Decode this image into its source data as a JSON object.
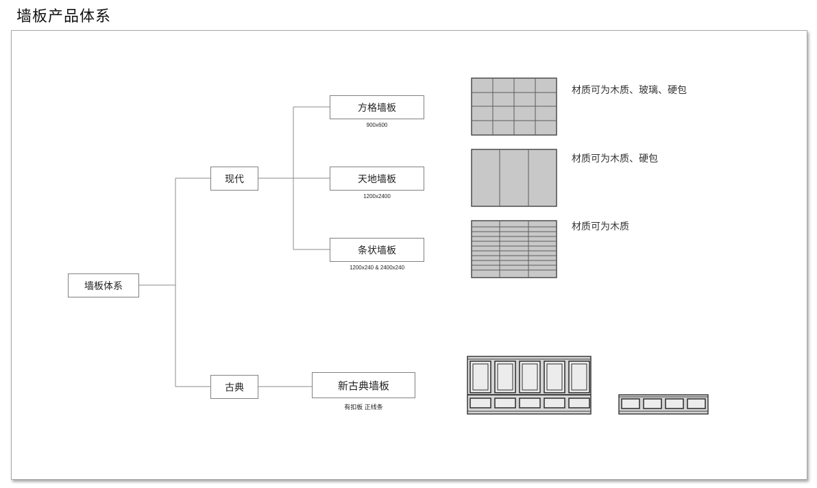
{
  "page": {
    "title": "墙板产品体系"
  },
  "diagram": {
    "root": "墙板体系",
    "branches": {
      "modern": "现代",
      "classic": "古典"
    },
    "products": {
      "grid": {
        "name": "方格墙板",
        "size": "900x600",
        "material": "材质可为木质、玻璃、硬包"
      },
      "floor_ceiling": {
        "name": "天地墙板",
        "size": "1200x2400",
        "material": "材质可为木质、硬包"
      },
      "strip": {
        "name": "条状墙板",
        "size": "1200x240 & 2400x240",
        "material": "材质可为木质"
      },
      "neoclassic": {
        "name": "新古典墙板",
        "size": "有扣板  正线条"
      }
    }
  }
}
